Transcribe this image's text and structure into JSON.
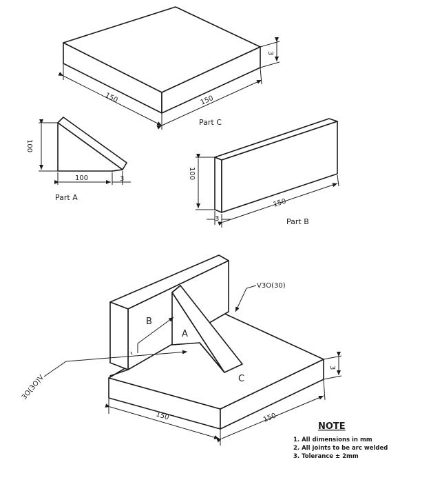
{
  "parts": {
    "part_c": {
      "caption": "Part C",
      "dim_width": "150",
      "dim_depth": "150",
      "dim_thickness": "3"
    },
    "part_a": {
      "caption": "Part A",
      "dim_height": "100",
      "dim_base": "100",
      "dim_thickness": "3"
    },
    "part_b": {
      "caption": "Part B",
      "dim_height": "100",
      "dim_length": "150",
      "dim_thickness": "3"
    }
  },
  "assembly": {
    "label_a": "A",
    "label_b": "B",
    "label_c": "C",
    "weld_callout_right": "V3O(30)",
    "weld_callout_left": "3O(3O)V",
    "dim_left": "150",
    "dim_right": "150",
    "dim_thickness": "3"
  },
  "note": {
    "title": "NOTE",
    "lines": [
      "1. All dimensions in mm",
      "2. All joints to be arc welded",
      "3. Tolerance ± 2mm"
    ]
  }
}
